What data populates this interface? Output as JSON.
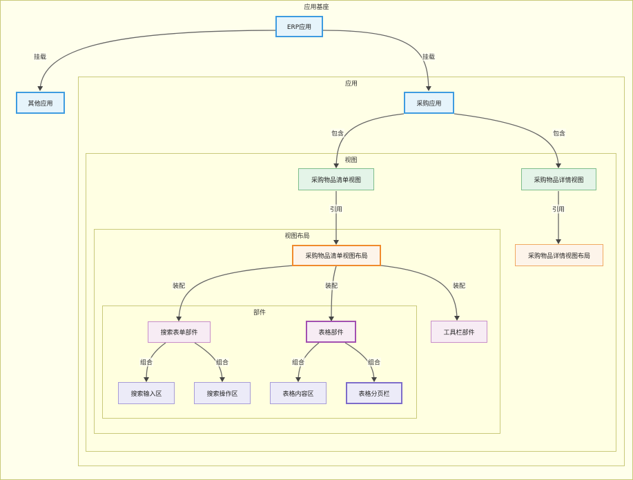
{
  "clusters": {
    "base": "应用基座",
    "app": "应用",
    "view": "视图",
    "layout": "视图布局",
    "component": "部件"
  },
  "nodes": {
    "erp": "ERP应用",
    "other": "其他应用",
    "purchase": "采购应用",
    "list_view": "采购物品清单视图",
    "detail_view": "采购物品详情视图",
    "list_layout": "采购物品清单视图布局",
    "detail_layout": "采购物品详情视图布局",
    "search_form": "搜索表单部件",
    "table": "表格部件",
    "toolbar": "工具栏部件",
    "search_input": "搜索输入区",
    "search_action": "搜索操作区",
    "table_content": "表格内容区",
    "table_pager": "表格分页栏"
  },
  "edges": {
    "mount": "挂载",
    "contain": "包含",
    "reference": "引用",
    "assemble": "装配",
    "compose": "组合"
  },
  "colors": {
    "app_node": "#3d9be0",
    "view_node": "#7dbd8a",
    "layout_node": "#f08a2c",
    "component_node": "#a24fb0",
    "area_node": "#7d6cc9",
    "cluster_border": "#c9c97a"
  }
}
